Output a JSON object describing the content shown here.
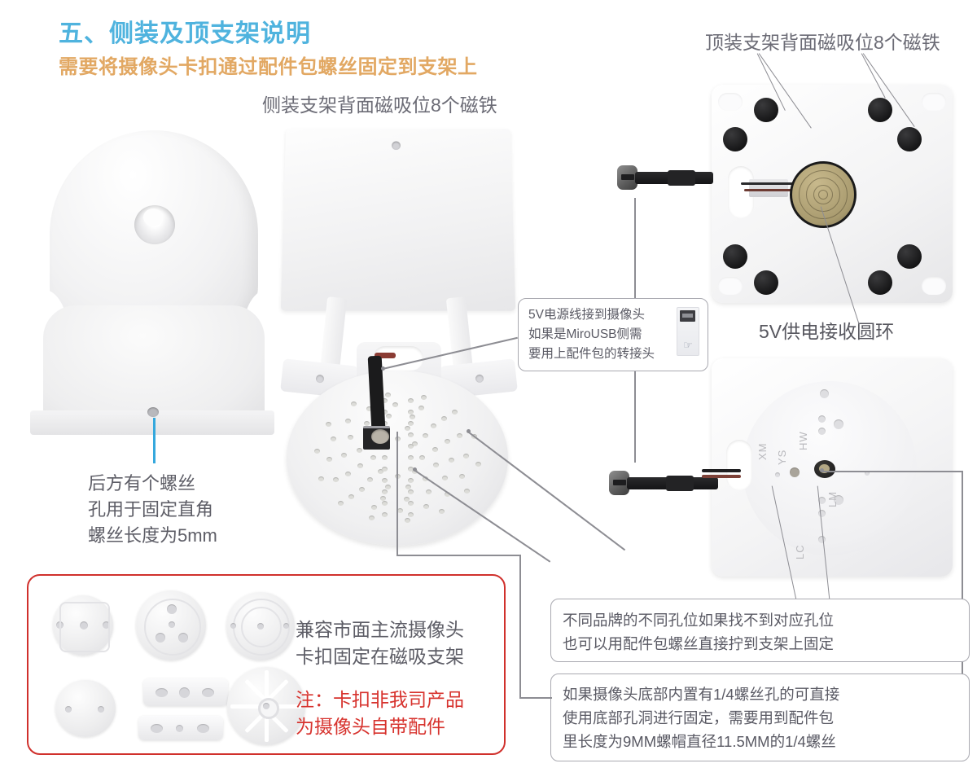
{
  "heading": {
    "title": "五、侧装及顶支架说明",
    "subtitle": "需要将摄像头卡扣通过配件包螺丝固定到支架上"
  },
  "captions": {
    "side_mount_magnets": "侧装支架背面磁吸位8个磁铁",
    "top_mount_magnets": "顶装支架背面磁吸位8个磁铁",
    "coil_label": "5V供电接收圆环",
    "left_bracket_note": "后方有个螺丝\n孔用于固定直角\n螺丝长度为5mm"
  },
  "callouts": {
    "usb_power": "5V电源线接到摄像头\n如果是MiroUSB侧需\n要用上配件包的转接头",
    "hole_positions": "不同品牌的不同孔位如果找不到对应孔位\n也可以用配件包螺丝直接拧到支架上固定",
    "quarter_screw": "如果摄像头底部内置有1/4螺丝孔的可直接\n使用底部孔洞进行固定，需要用到配件包\n里长度为9MM螺帽直径11.5MM的1/4螺丝"
  },
  "accessory_box": {
    "note": "兼容市面主流摄像头\n卡扣固定在磁吸支架",
    "warning": "注：卡扣非我司产品\n为摄像头自带配件"
  },
  "plate_labels": {
    "xm": "XM",
    "ys": "YS",
    "hw": "HW",
    "lm": "LM",
    "lc": "LC"
  },
  "colors": {
    "title": "#4fb3de",
    "subtitle": "#e2a863",
    "caption": "#6b6b75",
    "warning_red": "#d7332e",
    "box_red": "#d0302c",
    "leader_line": "#8d8d93",
    "pointer_blue": "#35a8dd"
  },
  "icons": {
    "usb_thumbnail": "usb-adapter-icon",
    "usb_trident": "⛛"
  }
}
